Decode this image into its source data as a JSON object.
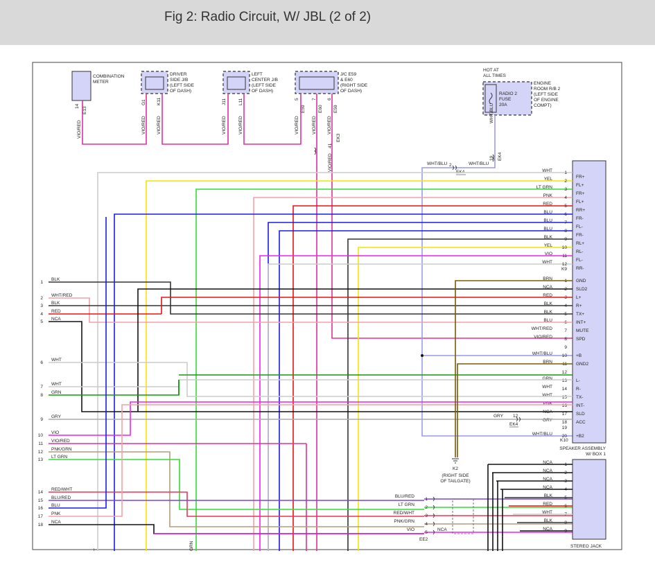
{
  "header": {
    "title": "Fig 2: Radio Circuit, W/ JBL (2 of 2)"
  },
  "colors": {
    "vio_red": "#e0309a",
    "wht": "#cccccc",
    "yel": "#f2e600",
    "lt_grn": "#33dd33",
    "pnk": "#f4a0a8",
    "red": "#ee1111",
    "blu": "#1a1aee",
    "blk": "#333333",
    "vio": "#ee22ee",
    "grn": "#119911",
    "nca": "#111111",
    "gry": "#aaaaaa",
    "brn": "#7a5a00",
    "wht_blu": "#9999ee",
    "blu_red": "#7744dd",
    "red_wht": "#ee3355",
    "pnk_grn": "#b89a78",
    "box_fill": "#d4d4f8"
  },
  "top": {
    "combination_meter": {
      "label": [
        "COMBINATION",
        "METER"
      ],
      "pin_num": "14",
      "pin_id": "E13",
      "wire": "VIO/RED"
    },
    "driver_jb": {
      "label": [
        "DRIVER",
        "SIDE J/B",
        "(LEFT SIDE",
        "OF DASH)"
      ],
      "pins": [
        {
          "num": "G1",
          "wire": "VIO/RED"
        },
        {
          "num": "K11",
          "wire": "VIO/RED"
        }
      ]
    },
    "left_center_jb": {
      "label": [
        "LEFT",
        "CENTER J/B",
        "(LEFT SIDE",
        "OF DASH)"
      ],
      "pins": [
        {
          "num": "J11",
          "wire": "VIO/RED"
        },
        {
          "num": "L11",
          "wire": "VIO/RED"
        }
      ]
    },
    "jc": {
      "label": [
        "J/C E59",
        "& E60",
        "(RIGHT SIDE",
        "OF DASH)"
      ],
      "pins": [
        {
          "num": "5",
          "id": "E59",
          "wire": "VIO/RED"
        },
        {
          "num": "7",
          "id": "E60",
          "wire": "VIO/RED"
        },
        {
          "num": "6",
          "id": "E59",
          "wire": "VIO/RED"
        }
      ],
      "connector_num": "41",
      "connector_id": "EK3",
      "connector_wire": "VIO/RED"
    },
    "hot": {
      "label": [
        "HOT AT",
        "ALL TIMES"
      ]
    },
    "fuse": {
      "label": [
        "RADIO 2",
        "FUSE",
        "20A"
      ],
      "pin_num": "19",
      "pin_id": "EK4",
      "wire": "WHT/BLU"
    },
    "engine_rb": {
      "label": [
        "ENGINE",
        "ROOM R/B 2",
        "(LEFT SIDE",
        "OF ENGINE",
        "COMPT)"
      ]
    },
    "ek4_junction": {
      "left_wire": "WHT/BLU",
      "num": "2",
      "right_wire": "WHT/BLU",
      "id": "EK4"
    }
  },
  "speaker_assembly": {
    "label": [
      "SPEAKER ASSEMBLY",
      "W/ BOX 1"
    ],
    "k9": {
      "id": "K9",
      "pins": [
        {
          "num": "1",
          "wire": "WHT",
          "name": "FR+"
        },
        {
          "num": "2",
          "wire": "YEL",
          "name": "FL+"
        },
        {
          "num": "3",
          "wire": "LT GRN",
          "name": "FR+"
        },
        {
          "num": "4",
          "wire": "PNK",
          "name": "FL+"
        },
        {
          "num": "5",
          "wire": "RED",
          "name": "RR+"
        },
        {
          "num": "6",
          "wire": "BLU",
          "name": "FR-"
        },
        {
          "num": "7",
          "wire": "BLU",
          "name": "FL-"
        },
        {
          "num": "8",
          "wire": "BLU",
          "name": "FR-"
        },
        {
          "num": "9",
          "wire": "BLK",
          "name": "RL+"
        },
        {
          "num": "10",
          "wire": "YEL",
          "name": "RL-"
        },
        {
          "num": "11",
          "wire": "VIO",
          "name": "FL-"
        },
        {
          "num": "12",
          "wire": "WHT",
          "name": "RR-"
        }
      ]
    },
    "k10": {
      "id": "K10",
      "pins": [
        {
          "num": "1",
          "wire": "BRN",
          "name": "GND"
        },
        {
          "num": "2",
          "wire": "NCA",
          "name": "SLD2"
        },
        {
          "num": "3",
          "wire": "RED",
          "name": "L+"
        },
        {
          "num": "4",
          "wire": "BLK",
          "name": "R+"
        },
        {
          "num": "5",
          "wire": "BLK",
          "name": "TX+"
        },
        {
          "num": "6",
          "wire": "BLU",
          "name": "INT+"
        },
        {
          "num": "7",
          "wire": "WHT/RED",
          "name": "MUTE"
        },
        {
          "num": "8",
          "wire": "VIO/RED",
          "name": "SPD"
        },
        {
          "num": "9",
          "wire": "",
          "name": ""
        },
        {
          "num": "10",
          "wire": "WHT/BLU",
          "name": "+B"
        },
        {
          "num": "11",
          "wire": "BRN",
          "name": "GND2"
        },
        {
          "num": "12",
          "wire": "",
          "name": ""
        },
        {
          "num": "13",
          "wire": "GRN",
          "name": "L-"
        },
        {
          "num": "14",
          "wire": "WHT",
          "name": "R-"
        },
        {
          "num": "15",
          "wire": "WHT",
          "name": "TX-"
        },
        {
          "num": "16",
          "wire": "PNK",
          "name": "INT-"
        },
        {
          "num": "17",
          "wire": "NCA",
          "name": "SLD"
        },
        {
          "num": "18",
          "wire": "GRY",
          "name": "ACC"
        },
        {
          "num": "19",
          "wire": "",
          "name": ""
        },
        {
          "num": "20",
          "wire": "WHT/BLU",
          "name": "+B2"
        }
      ]
    },
    "gry_ek4": {
      "wire": "GRY",
      "num": "12",
      "id": "EK4"
    }
  },
  "stereo_jack": {
    "label": "STEREO JACK",
    "pins": [
      {
        "num": "1",
        "wire": "NCA"
      },
      {
        "num": "2",
        "wire": "NCA"
      },
      {
        "num": "3",
        "wire": "NCA"
      },
      {
        "num": "4",
        "wire": "NCA"
      },
      {
        "num": "5",
        "wire": "BLK"
      },
      {
        "num": "6",
        "wire": "RED"
      },
      {
        "num": "7",
        "wire": "WHT"
      },
      {
        "num": "8",
        "wire": "BLK"
      },
      {
        "num": "9",
        "wire": "NCA"
      }
    ]
  },
  "ee2": {
    "id": "EE2",
    "pins": [
      {
        "wire": "BLU/RED",
        "num": "1"
      },
      {
        "wire": "LT GRN",
        "num": "2"
      },
      {
        "wire": "RED/WHT",
        "num": "3"
      },
      {
        "wire": "PNK/GRN",
        "num": "4"
      },
      {
        "wire": "VIO",
        "num": "5"
      }
    ],
    "nca_label": "NCA"
  },
  "ground": {
    "id": "K2",
    "label": [
      "(RIGHT SIDE",
      "OF TAILGATE)"
    ]
  },
  "left_pins": [
    {
      "num": "1",
      "wire": "BLK"
    },
    {
      "num": "2",
      "wire": "WHT/RED"
    },
    {
      "num": "3",
      "wire": "BLK"
    },
    {
      "num": "4",
      "wire": "RED"
    },
    {
      "num": "5",
      "wire": "NCA"
    },
    {
      "num": "6",
      "wire": "WHT"
    },
    {
      "num": "7",
      "wire": "WHT"
    },
    {
      "num": "8",
      "wire": "GRN"
    },
    {
      "num": "9",
      "wire": "GRY"
    },
    {
      "num": "10",
      "wire": "VIO"
    },
    {
      "num": "11",
      "wire": "VIO/RED"
    },
    {
      "num": "12",
      "wire": "PNK/GRN"
    },
    {
      "num": "13",
      "wire": "LT GRN"
    },
    {
      "num": "14",
      "wire": "RED/WHT"
    },
    {
      "num": "15",
      "wire": "BLU/RED"
    },
    {
      "num": "16",
      "wire": "BLU"
    },
    {
      "num": "17",
      "wire": "PNK"
    },
    {
      "num": "18",
      "wire": "NCA"
    }
  ],
  "bottom_fragments": [
    "T",
    "GRN"
  ]
}
